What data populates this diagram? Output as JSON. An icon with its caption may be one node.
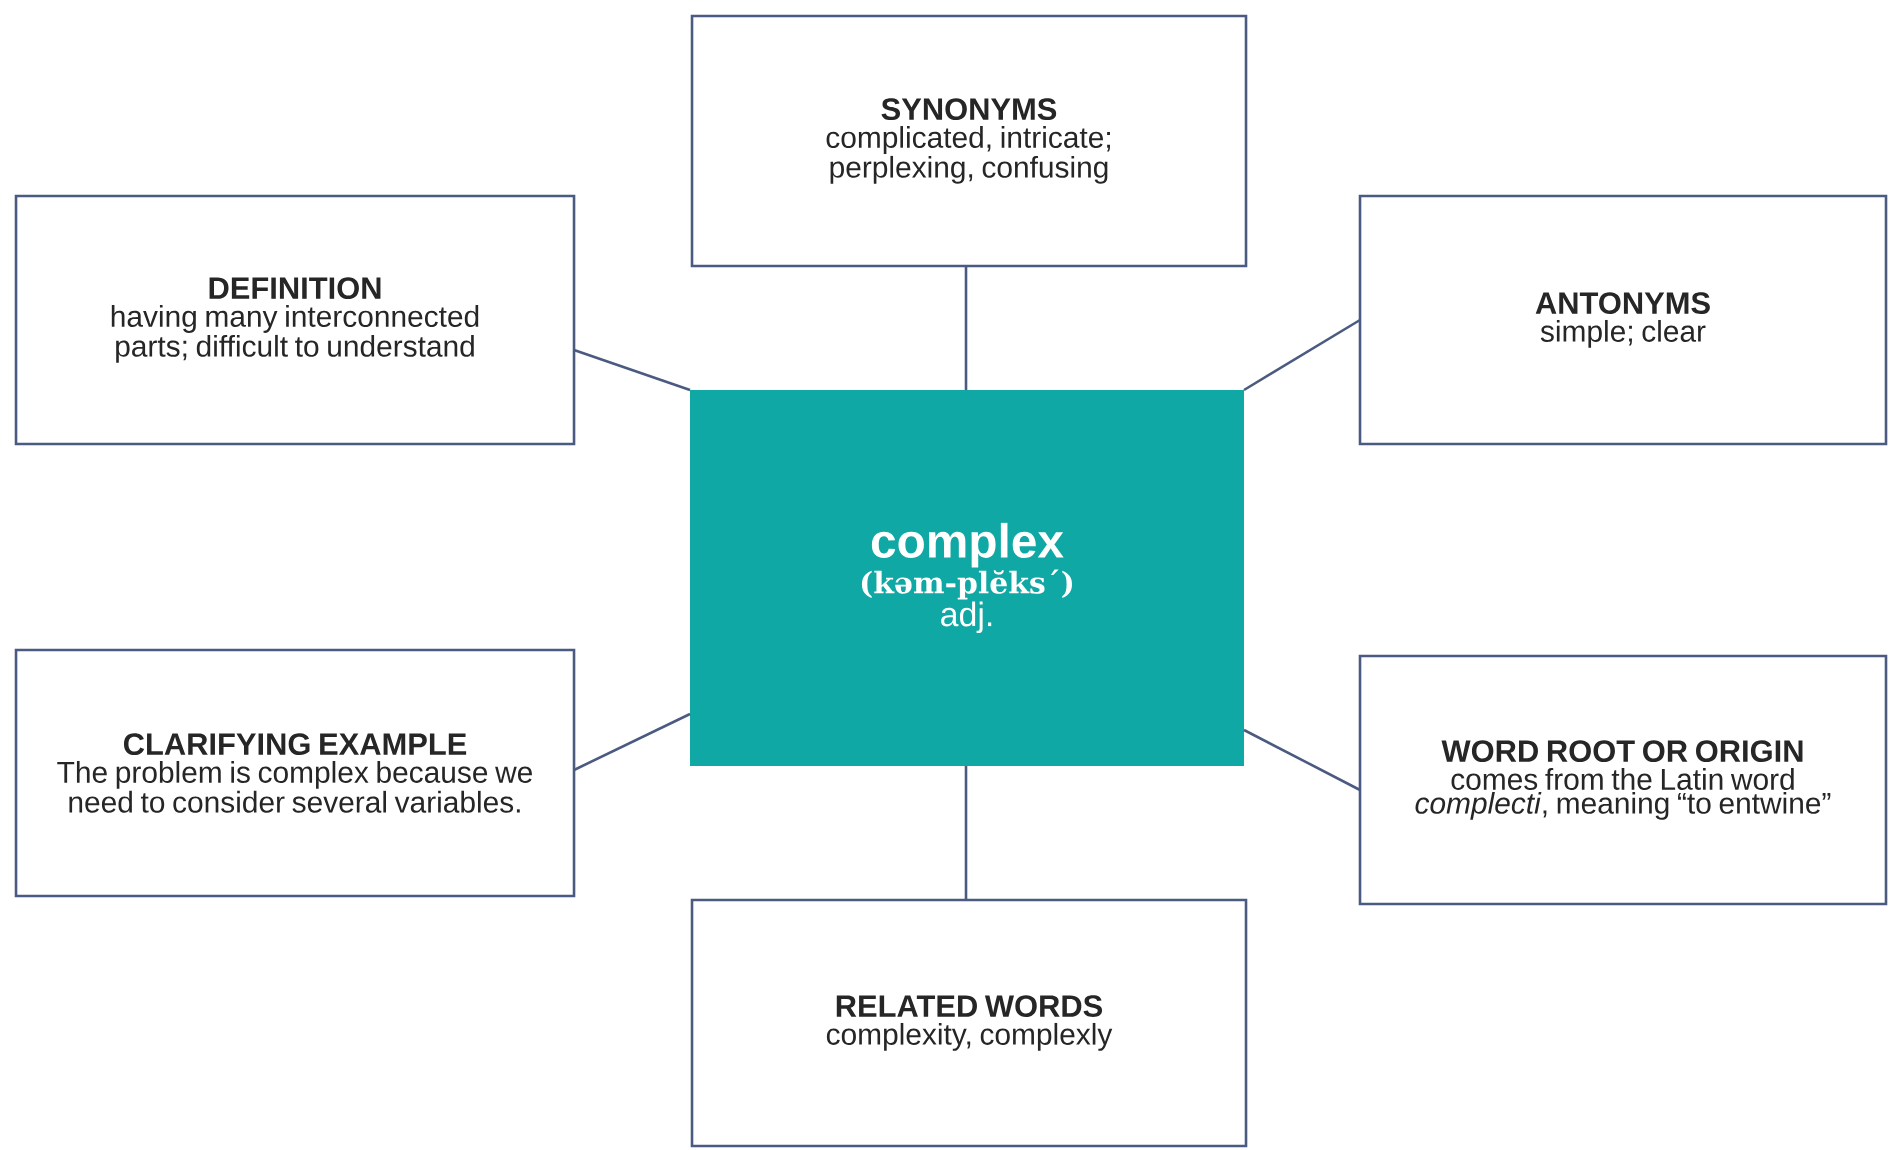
{
  "diagram": {
    "nodes": [
      {
        "text": [
          "complex",
          "(kəm-plĕks´)",
          "adj."
        ]
      },
      {
        "text": [
          "SYNONYMS",
          "complicated, intricate; perplexing, confusing"
        ]
      },
      {
        "text": [
          "DEFINITION",
          "having many interconnected parts; difficult to understand"
        ]
      },
      {
        "text": [
          "ANTONYMS",
          "simple; clear"
        ]
      },
      {
        "text": [
          "CLARIFYING EXAMPLE",
          "The problem is complex because we need to consider several variables."
        ]
      },
      {
        "text": [
          "WORD ROOT OR ORIGIN",
          "comes from the Latin word *complecti*, meaning “to entwine”"
        ]
      },
      {
        "text": [
          "RELATED WORDS",
          "complexity, complexly"
        ]
      }
    ],
    "edges": [
      {
        "from": 0,
        "to": 1,
        "arrow": "none"
      },
      {
        "from": 0,
        "to": 2,
        "arrow": "none"
      },
      {
        "from": 0,
        "to": 3,
        "arrow": "none"
      },
      {
        "from": 0,
        "to": 4,
        "arrow": "none"
      },
      {
        "from": 0,
        "to": 5,
        "arrow": "none"
      },
      {
        "from": 0,
        "to": 6,
        "arrow": "none"
      }
    ]
  }
}
